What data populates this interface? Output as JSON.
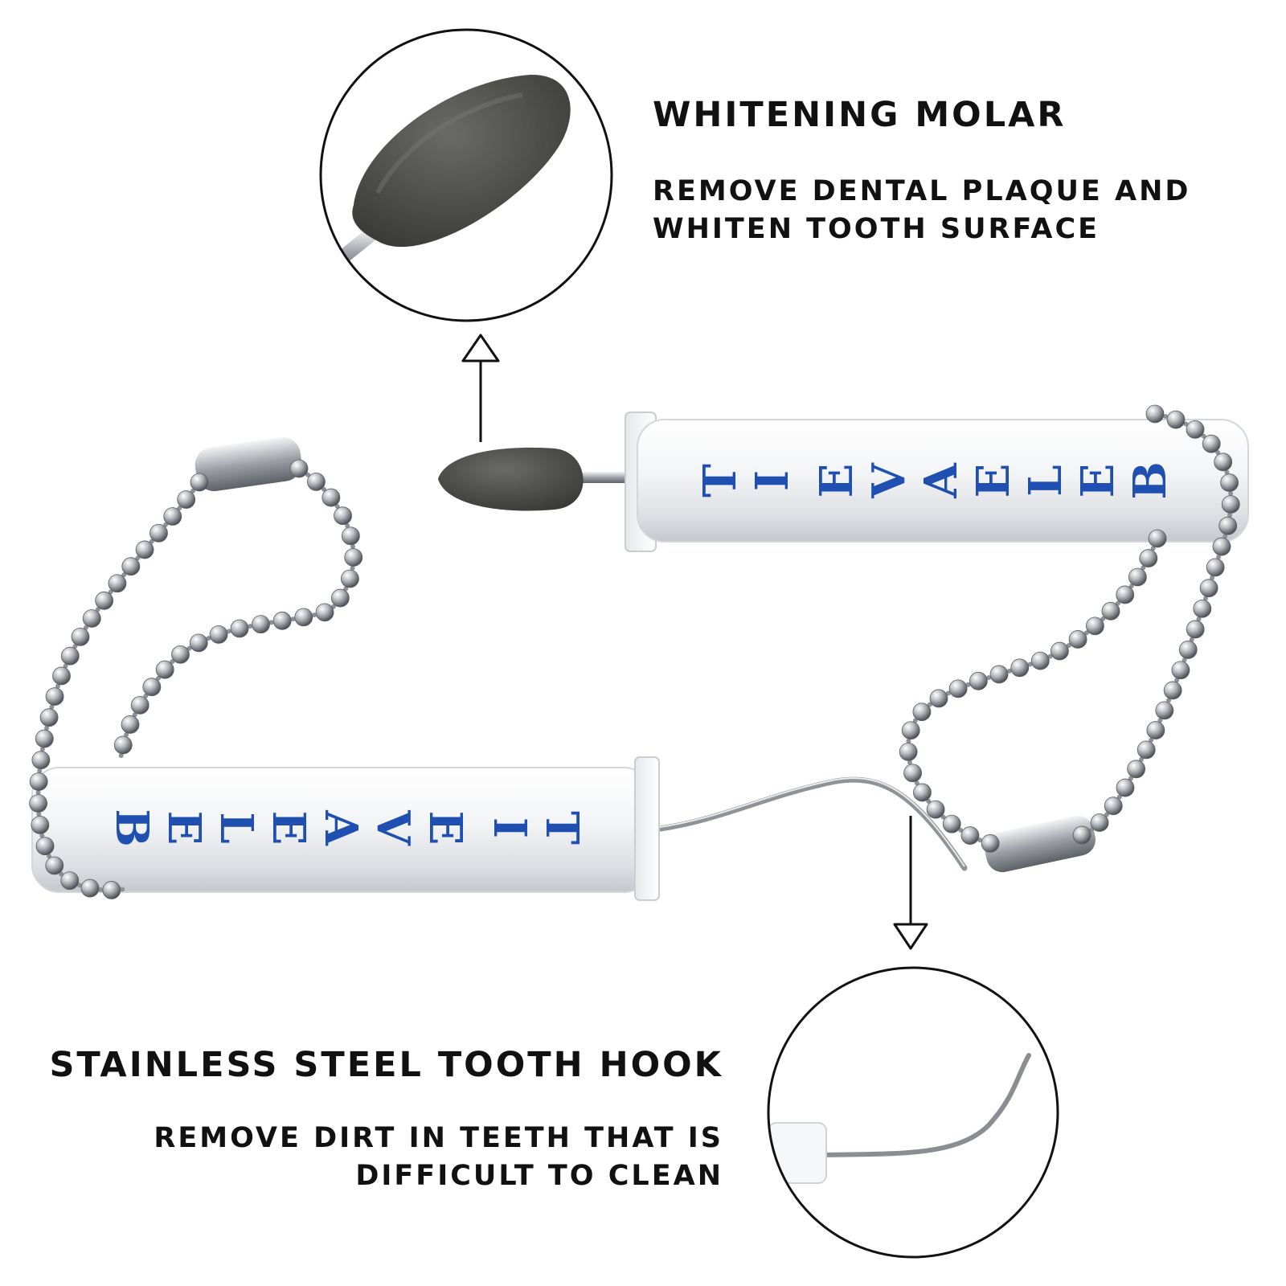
{
  "molar": {
    "heading": "WHITENING MOLAR",
    "desc_lines": [
      "REMOVE DENTAL PLAQUE AND",
      "WHITEN TOOTH SURFACE"
    ]
  },
  "hook": {
    "heading": "STAINLESS STEEL TOOTH HOOK",
    "desc_lines": [
      "REMOVE DIRT IN TEETH THAT IS",
      "DIFFICULT TO CLEAN"
    ]
  },
  "handle_lettering": "BELEAVE IT",
  "colors": {
    "text": "#111111",
    "lettering": "#1f4fb0",
    "handle": "#f2f3f5",
    "stone": "#4a4a48",
    "steel": "#c9ccd0"
  }
}
